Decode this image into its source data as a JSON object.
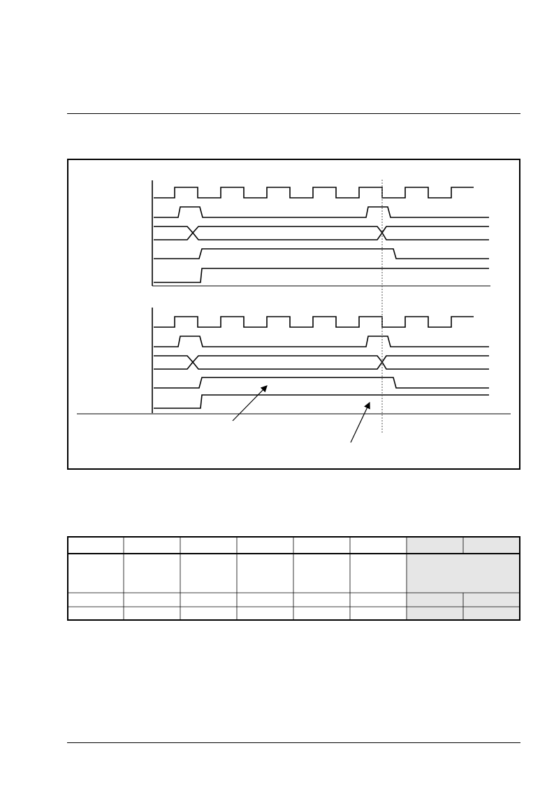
{
  "diagram": {
    "timing_panels": [
      {
        "signals": [
          {
            "kind": "clock"
          },
          {
            "kind": "pulse"
          },
          {
            "kind": "bus"
          },
          {
            "kind": "level"
          },
          {
            "kind": "step"
          }
        ]
      },
      {
        "signals": [
          {
            "kind": "clock"
          },
          {
            "kind": "pulse"
          },
          {
            "kind": "bus"
          },
          {
            "kind": "level"
          },
          {
            "kind": "step"
          }
        ]
      }
    ],
    "annotations": [
      {
        "kind": "arrow"
      },
      {
        "kind": "arrow"
      }
    ],
    "marker": {
      "kind": "dotted-vertical-line"
    }
  },
  "table": {
    "rows": [
      {
        "kind": "header"
      },
      {
        "kind": "tall"
      },
      {
        "kind": "short"
      },
      {
        "kind": "short"
      }
    ],
    "columns": 8,
    "shaded_columns": [
      6,
      7
    ],
    "shade_color": "#e6e6e6"
  }
}
